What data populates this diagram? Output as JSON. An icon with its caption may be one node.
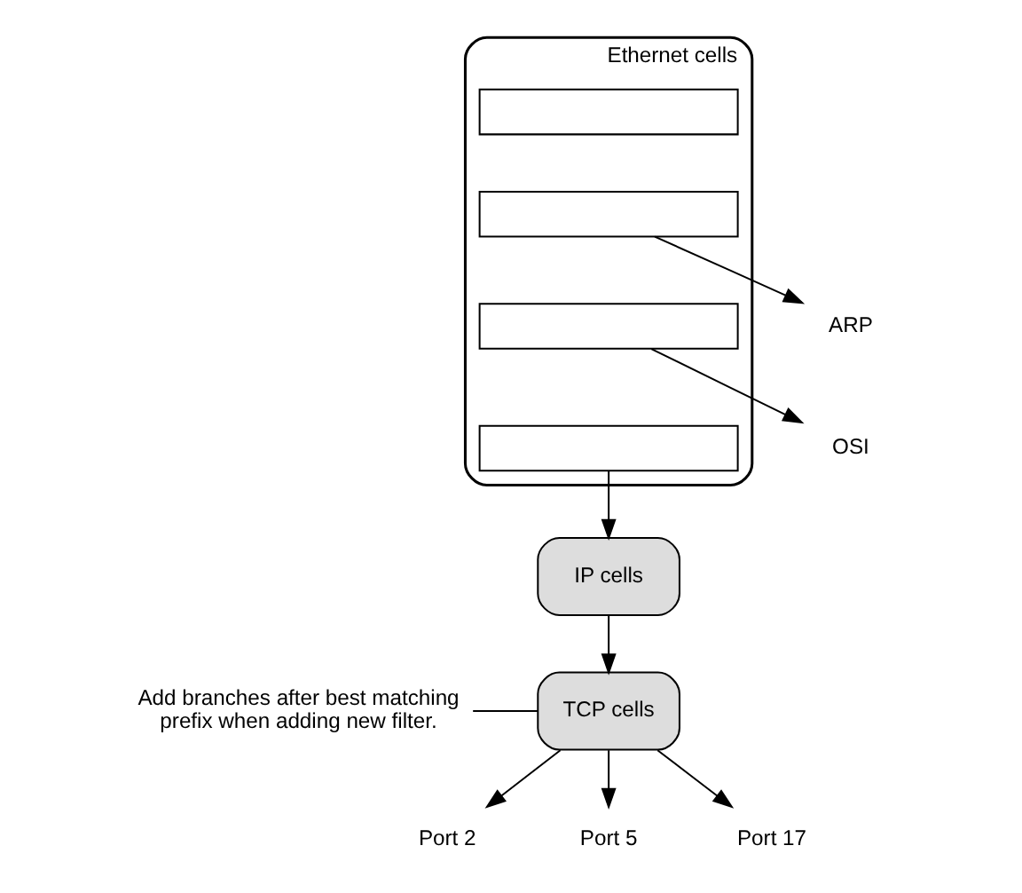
{
  "diagram": {
    "nodes": [
      {
        "text": [
          "Ethernet cells"
        ]
      },
      {
        "text": [],
        "shape": "box",
        "in": 0
      },
      {
        "text": [],
        "shape": "box",
        "in": 0
      },
      {
        "text": [],
        "shape": "box",
        "in": 0
      },
      {
        "text": [],
        "shape": "box",
        "in": 0
      },
      {
        "text": [
          "ARP"
        ]
      },
      {
        "text": [
          "OSI"
        ]
      },
      {
        "text": [
          "IP cells"
        ]
      },
      {
        "text": [
          "TCP cells"
        ]
      },
      {
        "text": [
          "Port 2"
        ]
      },
      {
        "text": [
          "Port 5"
        ]
      },
      {
        "text": [
          "Port 17"
        ]
      },
      {
        "text": [
          "Add branches after best matching prefix when adding new filter."
        ]
      }
    ],
    "edges": [
      {
        "from": 2,
        "to": 5,
        "arrow": "to"
      },
      {
        "from": 3,
        "to": 6,
        "arrow": "to"
      },
      {
        "from": 4,
        "to": 7,
        "arrow": "to"
      },
      {
        "from": 7,
        "to": 8,
        "arrow": "to"
      },
      {
        "from": 8,
        "to": 9,
        "arrow": "to"
      },
      {
        "from": 8,
        "to": 10,
        "arrow": "to"
      },
      {
        "from": 8,
        "to": 11,
        "arrow": "to"
      },
      {
        "from": 12,
        "to": 8,
        "arrow": "none"
      }
    ]
  }
}
